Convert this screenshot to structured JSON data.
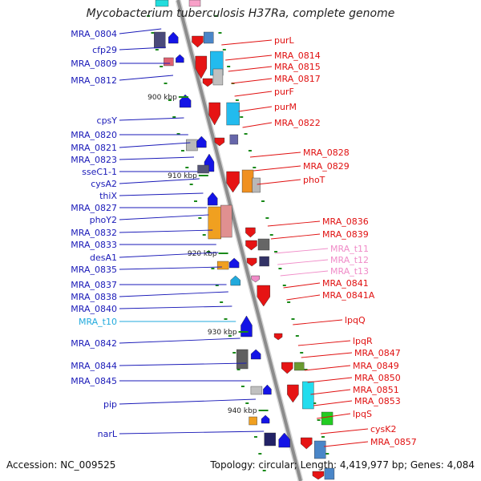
{
  "title": "Mycobacterium tuberculosis H37Ra, complete genome",
  "footer": {
    "accession": "Accession: NC_009525",
    "summary": "Topology: circular; Length: 4,419,977 bp; Genes: 4,084"
  },
  "colors": {
    "backbone": "#8c8c8c",
    "left_label": "#1a1ab8",
    "right_label": "#e01010",
    "trna_right": "#f08cc8",
    "trna_left": "#22aadd",
    "tick": "#1a8a1a"
  },
  "scale_marks": [
    {
      "label": "900 kbp"
    },
    {
      "label": "910 kbp"
    },
    {
      "label": "920 kbp"
    },
    {
      "label": "930 kbp"
    },
    {
      "label": "940 kbp"
    }
  ],
  "left_genes": [
    {
      "label": "MRA_0804"
    },
    {
      "label": "cfp29"
    },
    {
      "label": "MRA_0809"
    },
    {
      "label": "MRA_0812"
    },
    {
      "label": "cpsY"
    },
    {
      "label": "MRA_0820"
    },
    {
      "label": "MRA_0821"
    },
    {
      "label": "MRA_0823"
    },
    {
      "label": "sseC1-1"
    },
    {
      "label": "cysA2"
    },
    {
      "label": "thiX"
    },
    {
      "label": "MRA_0827"
    },
    {
      "label": "phoY2"
    },
    {
      "label": "MRA_0832"
    },
    {
      "label": "MRA_0833"
    },
    {
      "label": "desA1"
    },
    {
      "label": "MRA_0835"
    },
    {
      "label": "MRA_0837"
    },
    {
      "label": "MRA_0838"
    },
    {
      "label": "MRA_0840"
    },
    {
      "label": "MRA_t10",
      "type": "tRNA"
    },
    {
      "label": "MRA_0842"
    },
    {
      "label": "MRA_0844"
    },
    {
      "label": "MRA_0845"
    },
    {
      "label": "pip"
    },
    {
      "label": "narL"
    }
  ],
  "right_genes": [
    {
      "label": "purL"
    },
    {
      "label": "MRA_0814"
    },
    {
      "label": "MRA_0815"
    },
    {
      "label": "MRA_0817"
    },
    {
      "label": "purF"
    },
    {
      "label": "purM"
    },
    {
      "label": "MRA_0822"
    },
    {
      "label": "MRA_0828"
    },
    {
      "label": "MRA_0829"
    },
    {
      "label": "phoT"
    },
    {
      "label": "MRA_0836"
    },
    {
      "label": "MRA_0839"
    },
    {
      "label": "MRA_t11",
      "type": "tRNA"
    },
    {
      "label": "MRA_t12",
      "type": "tRNA"
    },
    {
      "label": "MRA_t13",
      "type": "tRNA"
    },
    {
      "label": "MRA_0841"
    },
    {
      "label": "MRA_0841A"
    },
    {
      "label": "lpqQ"
    },
    {
      "label": "lpqR"
    },
    {
      "label": "MRA_0847"
    },
    {
      "label": "MRA_0849"
    },
    {
      "label": "MRA_0850"
    },
    {
      "label": "MRA_0851"
    },
    {
      "label": "MRA_0853"
    },
    {
      "label": "lpqS"
    },
    {
      "label": "cysK2"
    },
    {
      "label": "MRA_0857"
    }
  ]
}
